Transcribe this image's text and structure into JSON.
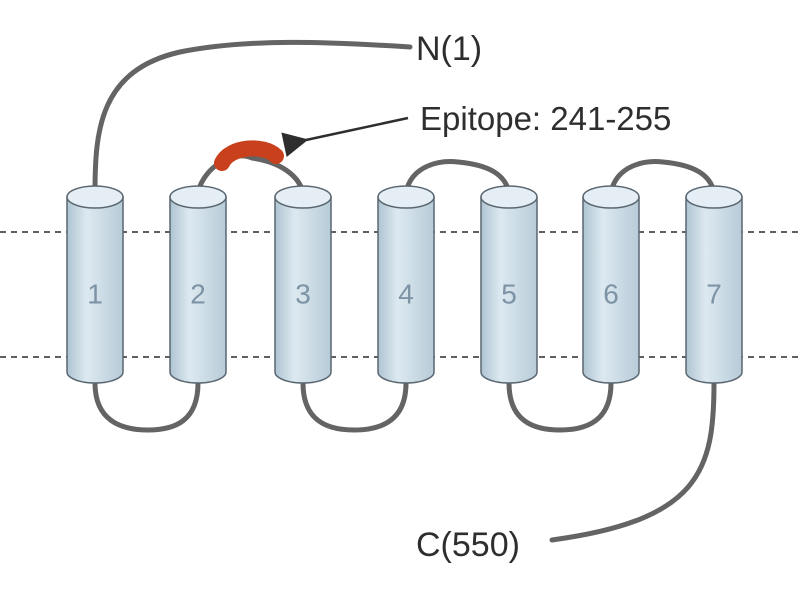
{
  "labels": {
    "n_terminus": "N(1)",
    "c_terminus": "C(550)",
    "epitope": "Epitope: 241-255"
  },
  "helices": [
    {
      "number": "1"
    },
    {
      "number": "2"
    },
    {
      "number": "3"
    },
    {
      "number": "4"
    },
    {
      "number": "5"
    },
    {
      "number": "6"
    },
    {
      "number": "7"
    }
  ],
  "colors": {
    "helix_fill": "#c9dbe6",
    "helix_top": "#e4eef4",
    "helix_stroke": "#5a6670",
    "loop": "#646464",
    "epitope": "#c8401c",
    "membrane_line": "#606060"
  }
}
